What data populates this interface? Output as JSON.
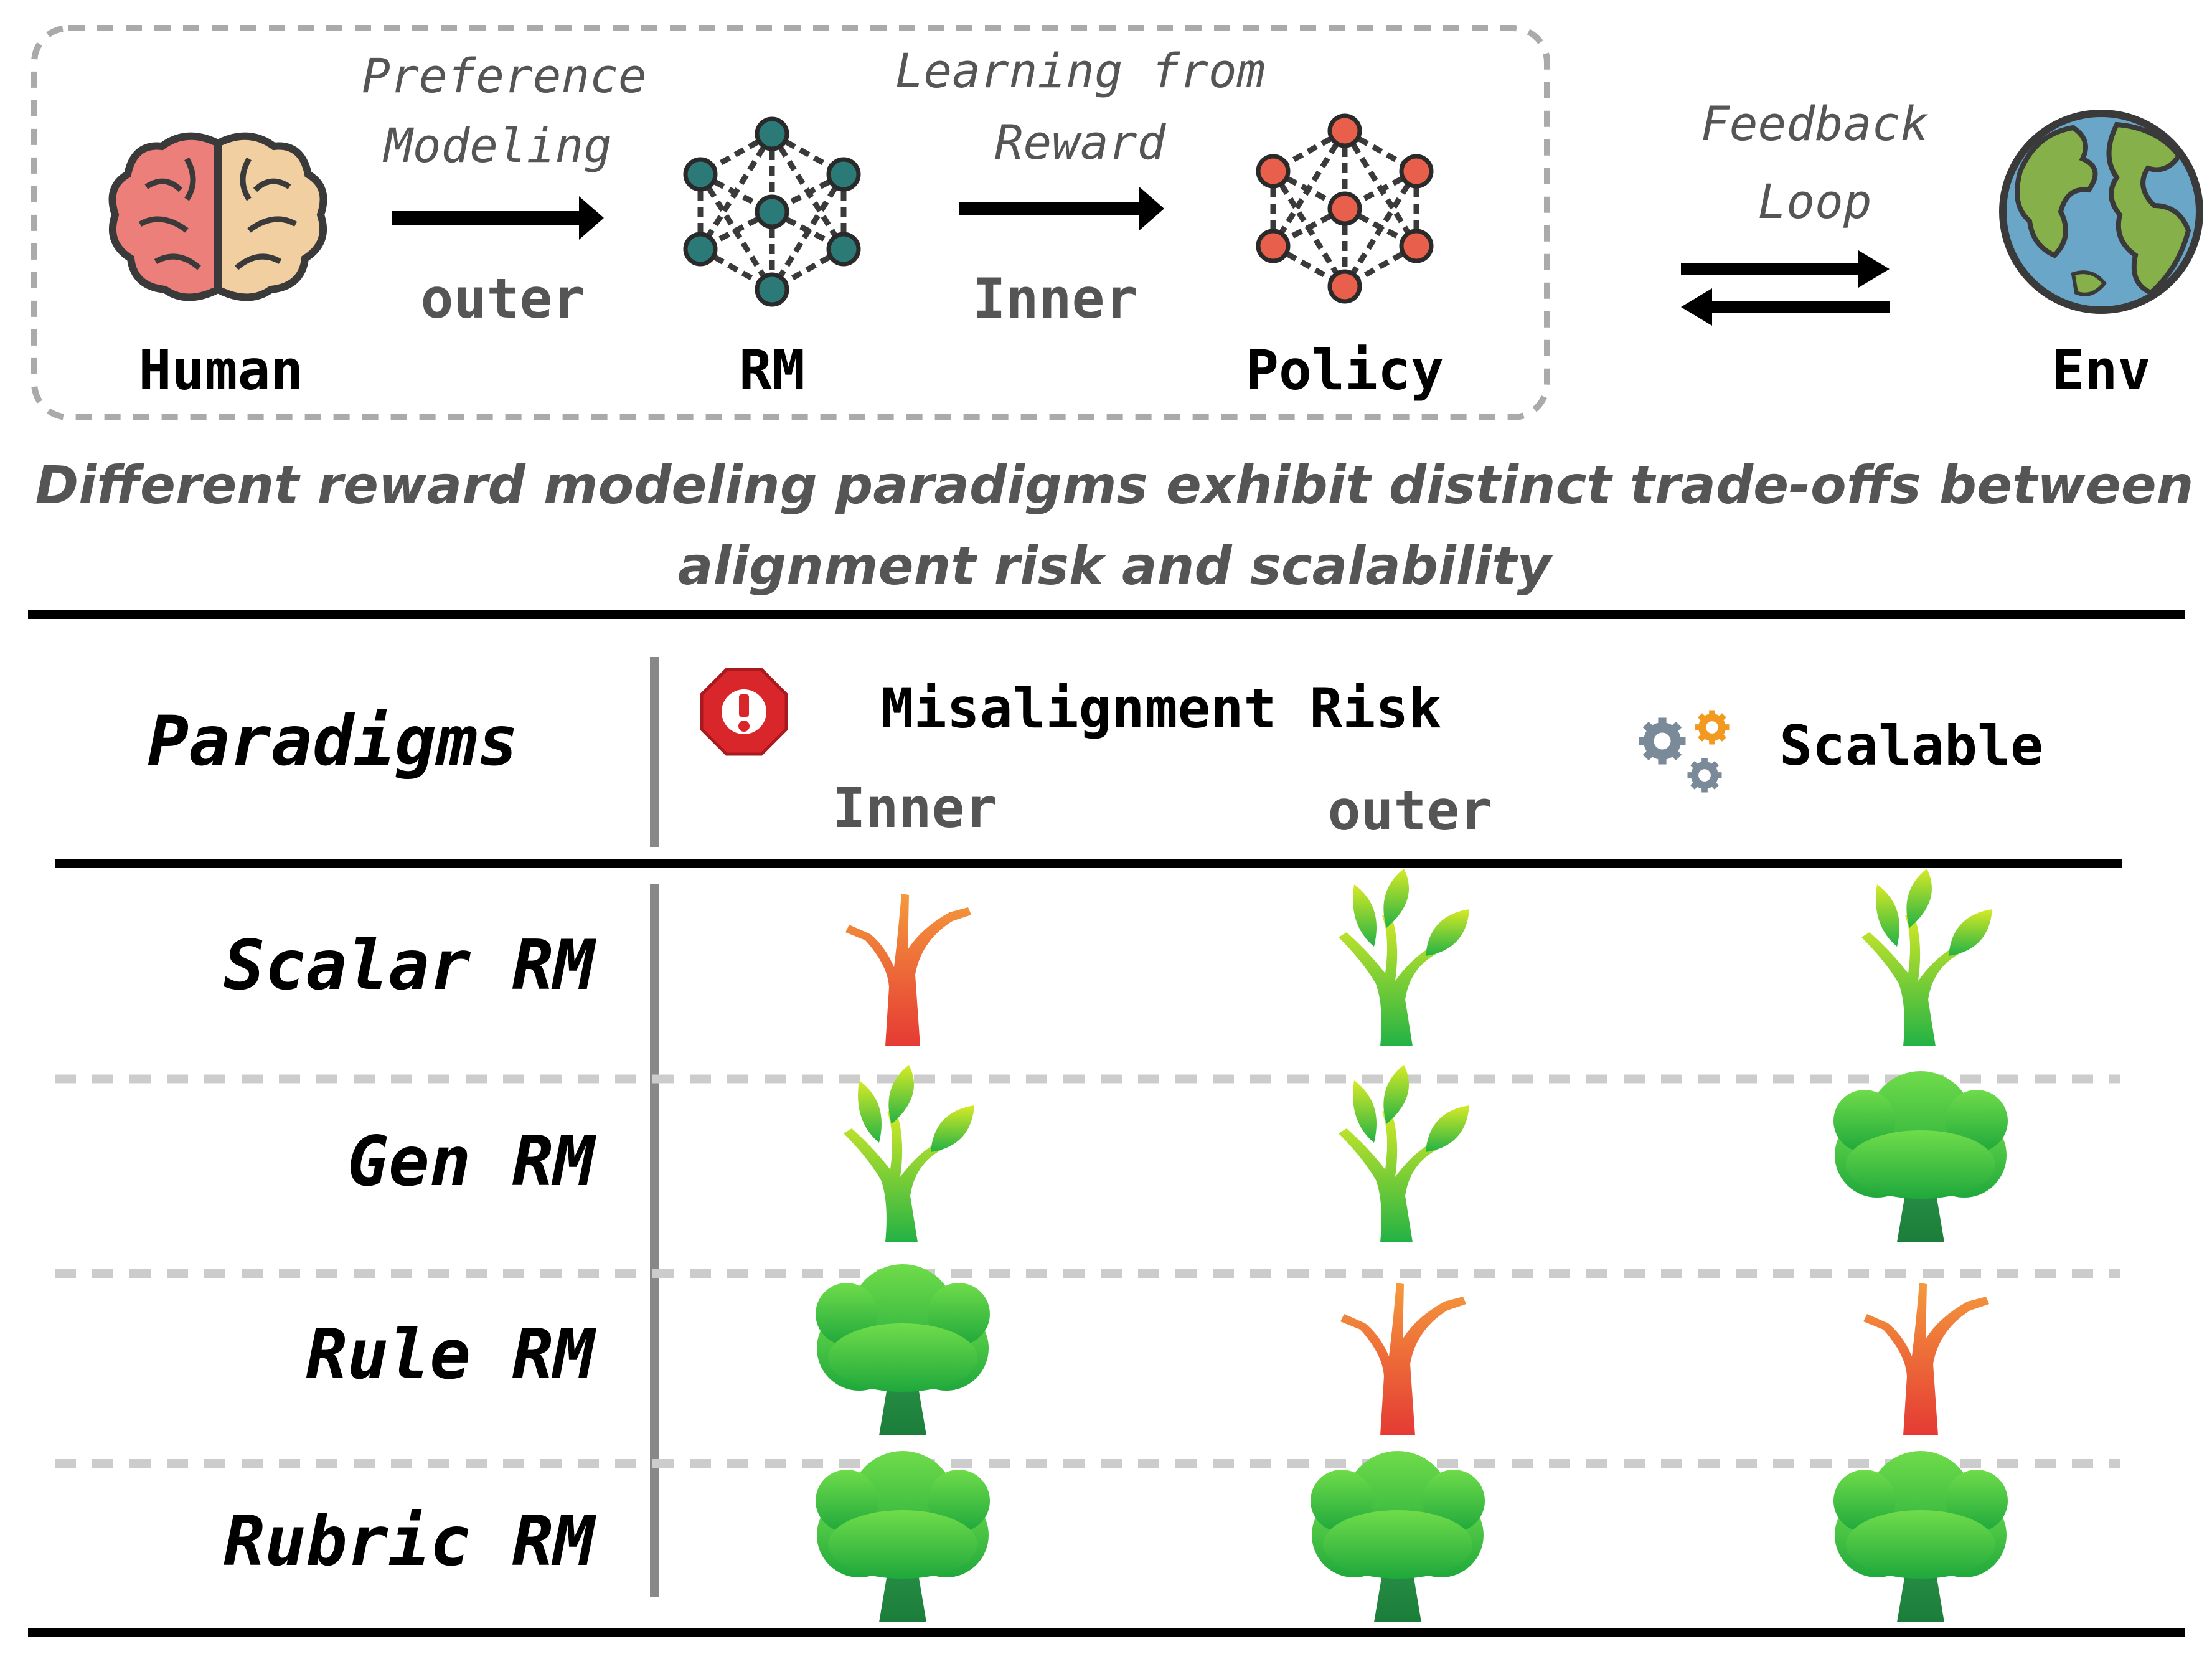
{
  "pipeline": {
    "human_label": "Human",
    "rm_label": "RM",
    "policy_label": "Policy",
    "env_label": "Env",
    "preference_line1": "Preference",
    "preference_line2": "Modeling",
    "outer_label": "outer",
    "learning_line1": "Learning from",
    "learning_line2": "Reward",
    "inner_label": "Inner",
    "feedback_line1": "Feedback",
    "feedback_line2": "Loop",
    "rm_node_color": "#2b7a78",
    "policy_node_color": "#e8604c"
  },
  "caption": {
    "line1": "Different reward modeling paradigms exhibit distinct trade-offs between",
    "line2": "alignment risk and scalability"
  },
  "table": {
    "header": {
      "paradigms": "Paradigms",
      "misalignment_risk": "Misalignment Risk",
      "inner": "Inner",
      "outer": "outer",
      "scalable": "Scalable"
    },
    "rows": [
      {
        "name": "Scalar RM",
        "inner": "bare-red-tree-icon",
        "outer": "sprout-icon",
        "scalable": "sprout-icon"
      },
      {
        "name": "Gen RM",
        "inner": "sprout-icon",
        "outer": "sprout-icon",
        "scalable": "full-tree-icon"
      },
      {
        "name": "Rule RM",
        "inner": "full-tree-icon",
        "outer": "bare-red-tree-icon",
        "scalable": "bare-red-tree-icon"
      },
      {
        "name": "Rubric RM",
        "inner": "full-tree-icon",
        "outer": "full-tree-icon",
        "scalable": "full-tree-icon"
      }
    ]
  }
}
